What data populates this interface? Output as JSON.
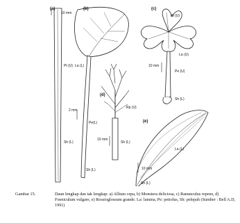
{
  "figure": {
    "panels": {
      "a": "(a)",
      "b": "(b)",
      "c": "(c)",
      "d": "(d)",
      "e": "(e)"
    },
    "labels": {
      "a_scale": "10 mm",
      "a_pt": "Pt (U)",
      "a_sh": "Sh (L)",
      "b_la": "La (L)",
      "b_scale": "2 mm",
      "b_pe": "Pe(L)",
      "b_sh": "Sh (L)",
      "c_pt": "Pt (U)",
      "c_la": "La (U)",
      "c_scale": "10 mm",
      "c_pe": "Pe (U)",
      "c_sh": "Sh (L)",
      "d_rp": "Rp (U)",
      "d_scale": "10 mm",
      "d_sh": "Sh (L)",
      "e_la": "La (L)",
      "e_scale": "10 mm",
      "e_sh": "Sh (L)"
    }
  },
  "caption": {
    "label": "Gambar 15.",
    "text": "Daun lengkap dan tak lengkap: a) Allium cepa, b) Monstera deliciosa, c) Ranunculus repens, d) Foeniculum vulgare, e) Rossioglossum grande. La: lamina, Pe: petiolus, Sh: pelepah (Sumber : Bell A.D, 1991)"
  }
}
